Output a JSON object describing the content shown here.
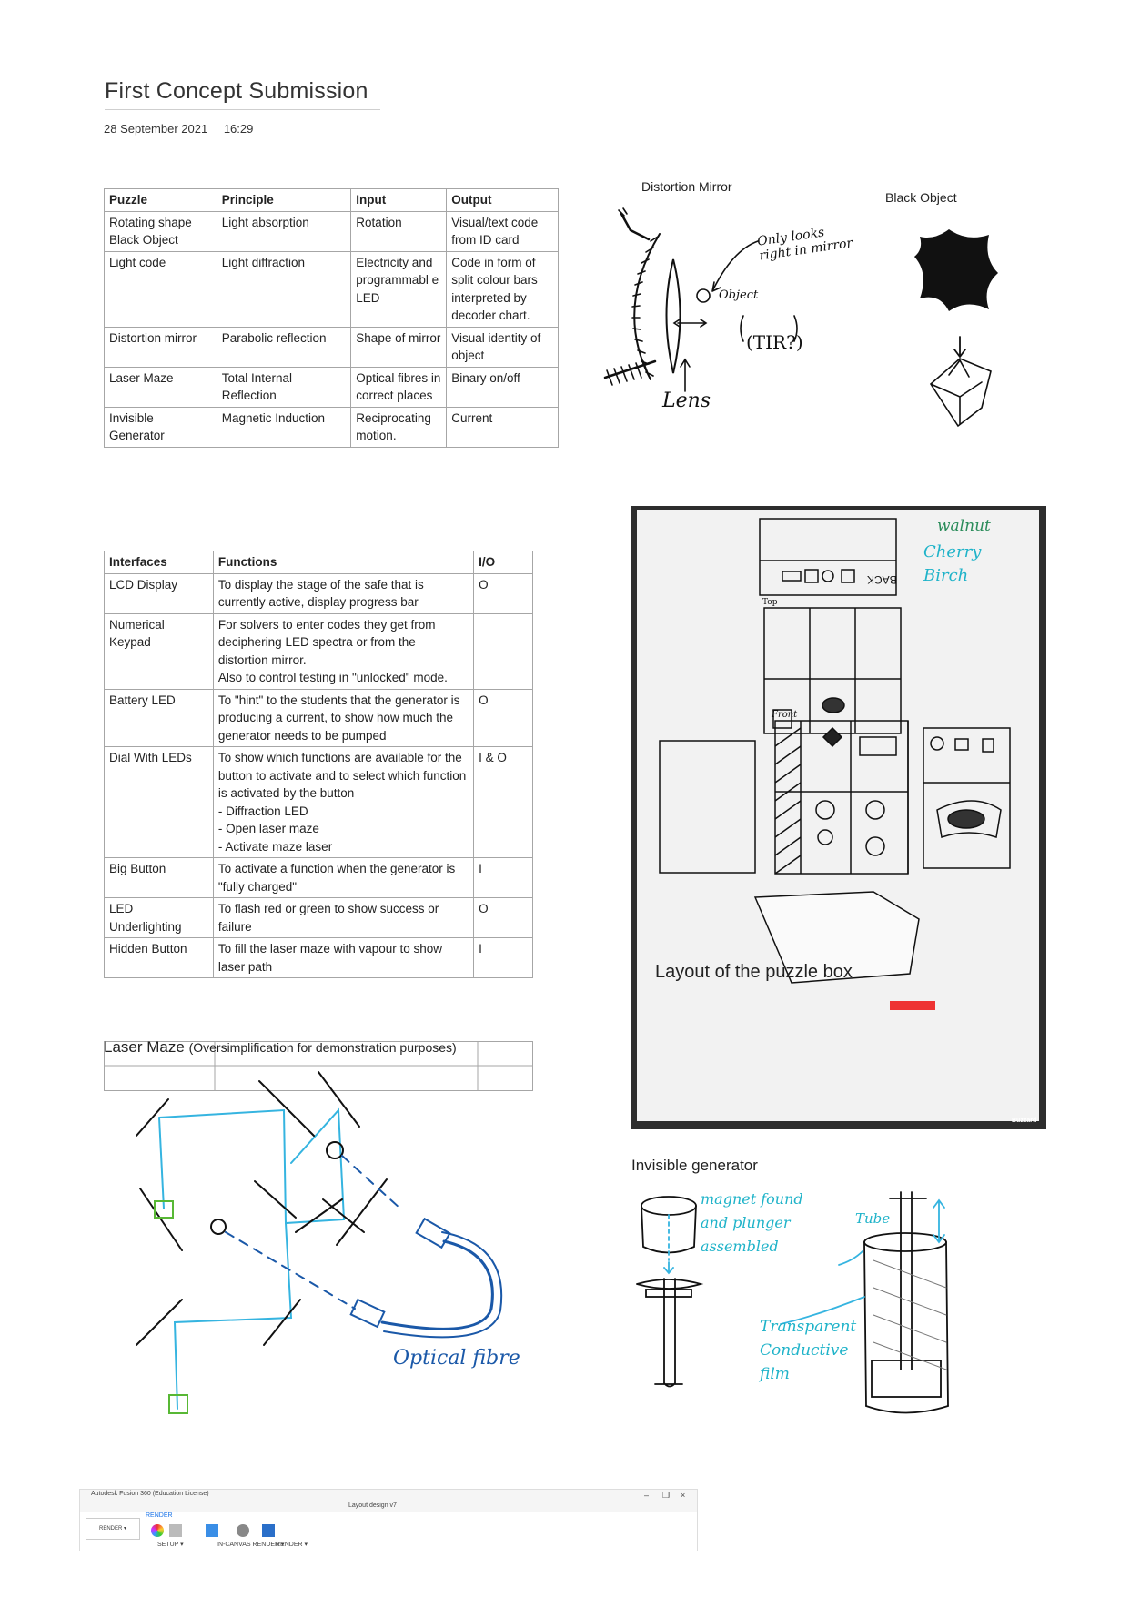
{
  "document": {
    "title": "First Concept Submission",
    "date": "28 September 2021",
    "time": "16:29"
  },
  "puzzle_table": {
    "headers": [
      "Puzzle",
      "Principle",
      "Input",
      "Output"
    ],
    "rows": [
      [
        "Rotating shape Black Object",
        "Light absorption",
        "Rotation",
        "Visual/text code from ID card"
      ],
      [
        "Light code",
        "Light diffraction",
        "Electricity and programmabl e LED",
        "Code in form of split colour bars interpreted by decoder chart."
      ],
      [
        "Distortion mirror",
        "Parabolic reflection",
        "Shape of mirror",
        "Visual identity of object"
      ],
      [
        "Laser Maze",
        "Total Internal Reflection",
        "Optical fibres in correct places",
        "Binary on/off"
      ],
      [
        "Invisible Generator",
        "Magnetic Induction",
        "Reciprocating motion.",
        "Current"
      ]
    ]
  },
  "interfaces_table": {
    "headers": [
      "Interfaces",
      "Functions",
      "I/O"
    ],
    "rows": [
      [
        "LCD Display",
        "To display the stage of the safe that is currently active, display progress bar",
        "O"
      ],
      [
        "Numerical Keypad",
        "For solvers to enter codes they get from deciphering LED spectra or from the distortion mirror.\nAlso to control testing in \"unlocked\" mode.",
        ""
      ],
      [
        "Battery LED",
        "To \"hint\" to the students that the generator is producing a current, to show how much the generator needs to be pumped",
        "O"
      ],
      [
        "Dial With LEDs",
        "To show which functions are available for the button to activate and to select which function is activated by the button\n - Diffraction LED\n - Open laser maze\n - Activate maze laser",
        "I & O"
      ],
      [
        "Big Button",
        "To activate a function when the generator is \"fully charged\"",
        "I"
      ],
      [
        "LED Underlighting",
        "To flash red or green to show success or failure",
        "O"
      ],
      [
        "Hidden Button",
        "To fill the laser maze with vapour to show laser path",
        "I"
      ]
    ]
  },
  "captions": {
    "distortion_mirror": "Distortion Mirror",
    "black_object": "Black Object",
    "layout": "Layout of the puzzle box",
    "laser_maze": "Laser Maze",
    "laser_maze_note": "(Oversimplification for demonstration purposes)",
    "invisible_generator": "Invisible generator"
  },
  "handwriting": {
    "only_looks_right": "Only looks right in mirror",
    "object": "Object",
    "tir": "(TIR?)",
    "lens": "Lens",
    "walnut": "walnut",
    "cherry": "Cherry",
    "birch": "Birch",
    "back": "BACK",
    "top": "Top",
    "front": "Front",
    "optical_fibre": "Optical fibre",
    "magnet": "magnet found and plunger assembled",
    "tube": "Tube",
    "film": "Transparent Conductive film",
    "buzzard": "Buzzard"
  },
  "app_window": {
    "title": "Autodesk Fusion 360 (Education License)",
    "document": "Layout design v7",
    "tab": "RENDER",
    "mode": "RENDER ▾",
    "groups": [
      "SETUP ▾",
      "IN-CANVAS RENDER ▾",
      "RENDER ▾"
    ]
  },
  "colors": {
    "ink": "#111111",
    "laser_blue": "#35b4e0",
    "fibre_blue": "#1a58a8",
    "green": "#58b835",
    "teal_writing": "#1fb3c9"
  }
}
